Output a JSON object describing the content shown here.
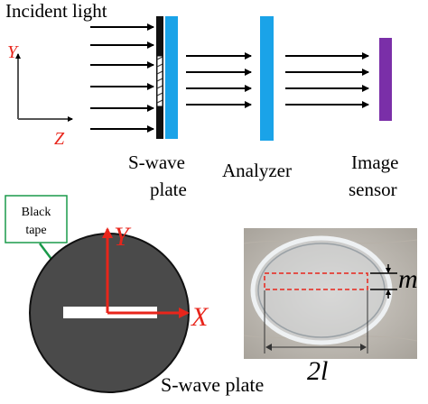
{
  "top": {
    "incident_label": "Incident light",
    "axis_y": "Y",
    "axis_z": "Z",
    "swave_label_line1": "S-wave",
    "swave_label_line2": "plate",
    "analyzer_label": "Analyzer",
    "sensor_label_line1": "Image",
    "sensor_label_line2": "sensor"
  },
  "bottom": {
    "callout_line1": "Black",
    "callout_line2": "tape",
    "axis_y": "Y",
    "axis_x": "X",
    "dim_m": "m",
    "dim_2l": "2l",
    "caption": "S-wave plate"
  },
  "colors": {
    "plate_blue": "#1aa3e8",
    "sensor_purple": "#7a2fa8",
    "axis_red": "#e8251b",
    "disc_dark": "#4a4a4a",
    "callout_green": "#1a9a4a",
    "dash_red": "#e8251b"
  }
}
